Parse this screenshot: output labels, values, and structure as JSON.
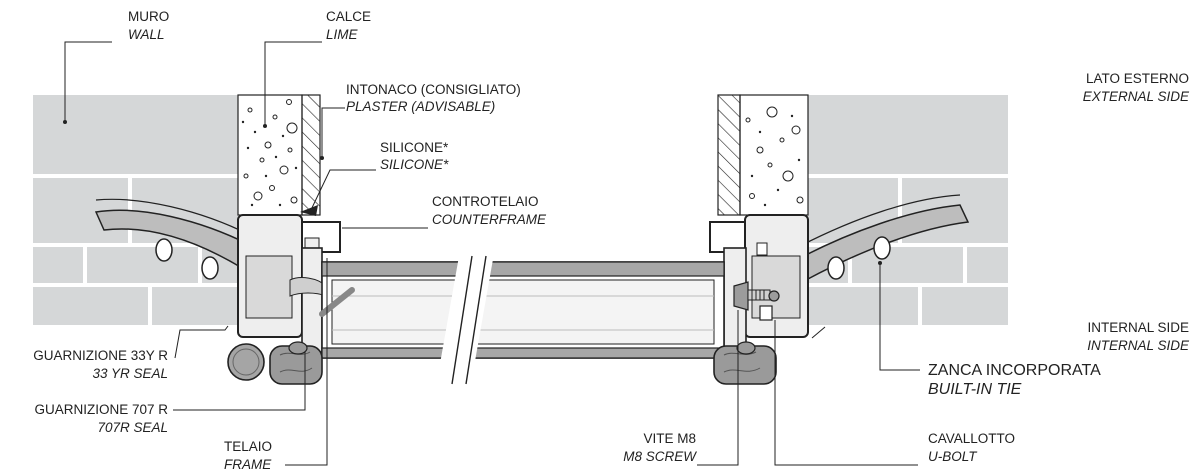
{
  "labels": {
    "wall": {
      "it": "MURO",
      "en": "WALL"
    },
    "lime": {
      "it": "CALCE",
      "en": "LIME"
    },
    "plaster": {
      "it": "INTONACO (CONSIGLIATO)",
      "en": "PLASTER (ADVISABLE)"
    },
    "silicone": {
      "it": "SILICONE*",
      "en": "SILICONE*"
    },
    "counterframe": {
      "it": "CONTROTELAIO",
      "en": "COUNTERFRAME"
    },
    "external_side": {
      "it": "LATO ESTERNO",
      "en": "EXTERNAL SIDE"
    },
    "internal_side": {
      "it": "INTERNAL SIDE",
      "en": "INTERNAL SIDE"
    },
    "seal_33yr": {
      "it": "GUARNIZIONE 33Y R",
      "en": "33 YR SEAL"
    },
    "seal_707r": {
      "it": "GUARNIZIONE 707 R",
      "en": "707R SEAL"
    },
    "frame": {
      "it": "TELAIO",
      "en": "FRAME"
    },
    "screw": {
      "it": "VITE M8",
      "en": "M8 SCREW"
    },
    "ubolt": {
      "it": "CAVALLOTTO",
      "en": "U-BOLT"
    },
    "tie": {
      "it": "ZANCA INCORPORATA",
      "en": "BUILT-IN TIE"
    }
  },
  "colors": {
    "brick": "#d5d7d8",
    "mortar": "#ffffff",
    "lime": "#ffffff",
    "profile": "#eeeeee",
    "pane": "#a7a7a7",
    "tie": "#bdbdbd",
    "seal": "#9a9a9a",
    "ink": "#222222"
  }
}
